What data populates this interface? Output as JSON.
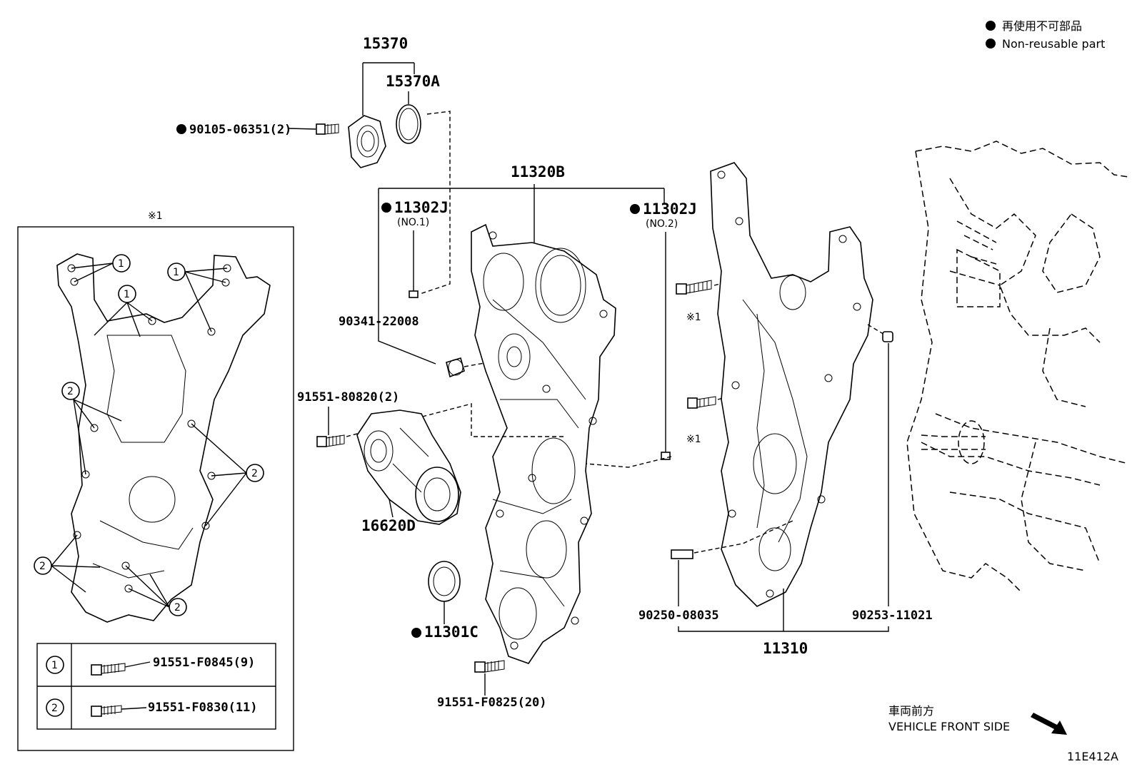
{
  "legend": {
    "line_jp": "再使用不可部品",
    "line_en": "Non-reusable part"
  },
  "inset": {
    "mark": "※1",
    "callout_1": "1",
    "callout_2": "2",
    "table": [
      {
        "key": "1",
        "part": "91551-F0845(9)"
      },
      {
        "key": "2",
        "part": "91551-F0830(11)"
      }
    ]
  },
  "labels": {
    "p15370": "15370",
    "p15370A": "15370A",
    "p90105": "90105-06351(2)",
    "p11320B": "11320B",
    "p11302J_1": "11302J",
    "p11302J_1_sub": "(NO.1)",
    "p11302J_2": "11302J",
    "p11302J_2_sub": "(NO.2)",
    "p90341": "90341-22008",
    "p91551_80820": "91551-80820(2)",
    "p16620D": "16620D",
    "p11301C": "11301C",
    "p91551_F0825": "91551-F0825(20)",
    "mark_1a": "※1",
    "mark_1b": "※1",
    "p90250": "90250-08035",
    "p90253": "90253-11021",
    "p11310": "11310"
  },
  "direction": {
    "jp": "車両前方",
    "en": "VEHICLE FRONT SIDE"
  },
  "figure_code": "11E412A"
}
